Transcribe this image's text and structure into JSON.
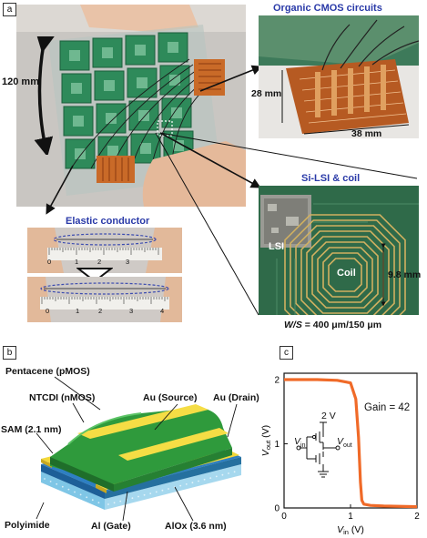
{
  "panel_a": {
    "label": "a",
    "organic_cmos_title": "Organic CMOS circuits",
    "dim_height": "120 mm",
    "dim_28": "28 mm",
    "dim_38": "38 mm",
    "si_lsi_title": "Si-LSI & coil",
    "elastic_title": "Elastic conductor",
    "lsi_label": "LSI",
    "coil_label": "Coil",
    "dim_98": "9.8 mm",
    "ws_prefix": "W/S",
    "ws_value": " = 400 μm/150 μm",
    "ruler_top_ticks": [
      "0",
      "1",
      "2",
      "3"
    ],
    "ruler_bottom_ticks": [
      "0",
      "1",
      "2",
      "3",
      "4"
    ]
  },
  "panel_b": {
    "label": "b",
    "pentacene": "Pentacene (pMOS)",
    "ntcdi": "NTCDI (nMOS)",
    "au_source": "Au (Source)",
    "au_drain": "Au (Drain)",
    "sam": "SAM (2.1 nm)",
    "polyimide": "Polyimide",
    "al_gate": "Al (Gate)",
    "alox": "AlOx (3.6 nm)"
  },
  "panel_c": {
    "label": "c",
    "gain": "Gain = 42",
    "vdd": "2 V",
    "vin": "V",
    "vin_sub": "in",
    "vout": "V",
    "vout_sub": "out"
  },
  "chart_data": {
    "type": "line",
    "xlabel": "Vin (V)",
    "ylabel": "Vout (V)",
    "xlim": [
      0,
      2
    ],
    "ylim": [
      0,
      2.1
    ],
    "xticks": [
      "0",
      "1",
      "2"
    ],
    "yticks": [
      "0",
      "1",
      "2"
    ],
    "grid": false,
    "series": [
      {
        "x": [
          0,
          0.5,
          0.8,
          1.0,
          1.08,
          1.12,
          1.15,
          1.17,
          1.2,
          1.3,
          1.5,
          2.0
        ],
        "values": [
          2.0,
          2.0,
          1.99,
          1.95,
          1.7,
          1.1,
          0.4,
          0.12,
          0.06,
          0.04,
          0.03,
          0.02
        ]
      }
    ],
    "colors": {
      "curve": "#f06a28"
    }
  }
}
